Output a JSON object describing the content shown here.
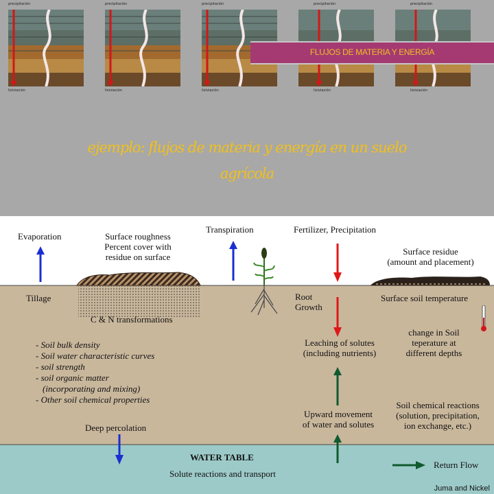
{
  "slide": {
    "banner": "FLUJOS DE MATERIA Y ENERGÍA",
    "title_line1": "ejemplo: flujos de materia y energía en un suelo",
    "title_line2": "agrícola",
    "thumbnails": [
      {
        "top_caption": "precipitación",
        "bottom_caption": "lixiviación"
      },
      {
        "top_caption": "precipitación",
        "bottom_caption": "lixiviación"
      },
      {
        "top_caption": "precipitación",
        "bottom_caption": "lixiviación"
      },
      {
        "top_caption": "precipitación",
        "bottom_caption": "lixiviación"
      },
      {
        "top_caption": "precipitación",
        "bottom_caption": "lixiviación"
      }
    ]
  },
  "figure": {
    "evaporation": "Evaporation",
    "surface_roughness": [
      "Surface roughness",
      "Percent cover with",
      "residue on surface"
    ],
    "transpiration": "Transpiration",
    "fertilizer": "Fertilizer, Precipitation",
    "surface_residue": [
      "Surface residue",
      "(amount and placement)"
    ],
    "tillage": "Tillage",
    "root_growth": [
      "Root",
      "Growth"
    ],
    "surface_soil_temperature": "Surface soil temperature",
    "cn_transformations": "C & N transformations",
    "change_soil": [
      "change in Soil",
      "teperature at",
      "different depths"
    ],
    "leaching": [
      "Leaching of solutes",
      "(including nutrients)"
    ],
    "properties": [
      "- Soil bulk density",
      "- Soil water characteristic curves",
      "- soil strength",
      "- soil organic matter",
      "  (incorporating and mixing)",
      "- Other soil chemical properties"
    ],
    "chemical_reactions": [
      "Soil chemical reactions",
      "(solution, precipitation,",
      "ion exchange, etc.)"
    ],
    "upward_movement": [
      "Upward movement",
      "of water and solutes"
    ],
    "deep_percolation": "Deep percolation",
    "water_table": "WATER TABLE",
    "return_flow": "Return Flow",
    "solute_reactions": "Solute reactions and transport",
    "credit": "Juma and Nickel",
    "colors": {
      "soil": "#c9b79c",
      "water": "#9ccac8",
      "sky": "#ffffff",
      "up_arrow": "#1a2fd0",
      "down_arrow": "#e01818",
      "upward_green": "#0f5a2e"
    }
  }
}
